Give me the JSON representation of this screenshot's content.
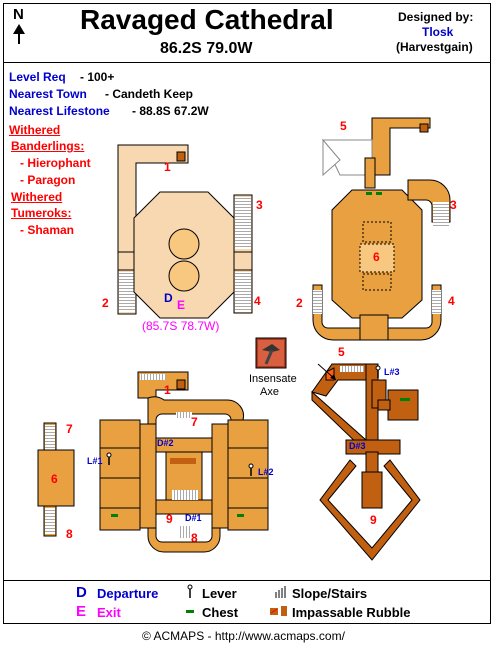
{
  "header": {
    "north": "N",
    "title": "Ravaged Cathedral",
    "coords": "86.2S 79.0W",
    "designed_by_label": "Designed by:",
    "designer": "Tlosk",
    "designer_alt": "(Harvestgain)"
  },
  "info": {
    "level_req_label": "Level Req",
    "level_req_value": "- 100+",
    "nearest_town_label": "Nearest Town",
    "nearest_town_value": "- Candeth Keep",
    "nearest_lifestone_label": "Nearest Lifestone",
    "nearest_lifestone_value": "- 88.8S 67.2W"
  },
  "monsters": {
    "group1_line1": "Withered",
    "group1_line2": "Banderlings:",
    "group1_items": [
      "- Hierophant",
      "- Paragon"
    ],
    "group2_line1": "Withered",
    "group2_line2": "Tumeroks:",
    "group2_items": [
      "- Shaman"
    ]
  },
  "map": {
    "labels": {
      "n1a": "1",
      "n2a": "2",
      "n3a": "3",
      "n4a": "4",
      "n5b": "5",
      "n2b": "2",
      "n3b": "3",
      "n4b": "4",
      "n6b": "6",
      "n1c": "1",
      "n7c": "7",
      "n6c": "6",
      "n8c": "8",
      "n7d": "7",
      "n9d": "9",
      "n8d": "8",
      "n5e": "5",
      "n9e": "9",
      "D": "D",
      "E": "E",
      "portal_coords": "(85.7S 78.7W)",
      "d2": "D#2",
      "d1": "D#1",
      "d3": "D#3",
      "l1": "L#1",
      "l2": "L#2",
      "l3": "L#3"
    },
    "item_name_line1": "Insensate",
    "item_name_line2": "Axe"
  },
  "legend": {
    "departure_symbol": "D",
    "departure": "Departure",
    "exit_symbol": "E",
    "exit": "Exit",
    "lever": "Lever",
    "chest": "Chest",
    "stairs": "Slope/Stairs",
    "rubble": "Impassable Rubble"
  },
  "footer": {
    "text": "© ACMAPS - http://www.acmaps.com/"
  },
  "colors": {
    "orange": "#e8a040",
    "tan": "#f8d8b0",
    "dark": "#c06010",
    "light_orange": "#f8c880",
    "red": "#ff0000",
    "blue": "#0000cc",
    "magenta": "#ff00ff",
    "chest": "#008000"
  }
}
